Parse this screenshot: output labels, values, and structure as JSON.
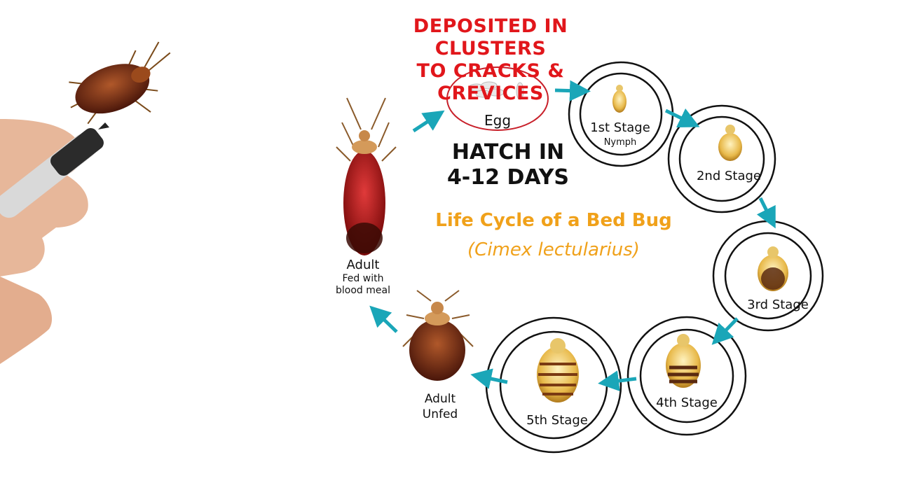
{
  "annotations": {
    "deposit_line1": "DEPOSITED IN CLUSTERS",
    "deposit_line2": "TO CRACKS & CREVICES",
    "hatch_line1": "HATCH IN",
    "hatch_line2": "4-12 DAYS"
  },
  "title": "Life Cycle of a Bed Bug",
  "subtitle": "(Cimex lectularius)",
  "stages": {
    "egg": {
      "label": "Egg"
    },
    "stage1": {
      "label": "1st Stage",
      "sublabel": "Nymph"
    },
    "stage2": {
      "label": "2nd Stage"
    },
    "stage3": {
      "label": "3rd Stage"
    },
    "stage4": {
      "label": "4th Stage"
    },
    "stage5": {
      "label": "5th Stage"
    },
    "adult_unfed": {
      "label": "Adult",
      "sublabel": "Unfed"
    },
    "adult_fed": {
      "label": "Adult",
      "sublabel1": "Fed with",
      "sublabel2": "blood meal"
    }
  },
  "colors": {
    "arrow": "#1aa6b8",
    "title": "#f0a11a",
    "note_red": "#e1161b",
    "egg_ring": "#c8202a"
  },
  "icons": [
    "bed-bug-icon",
    "hand-marker-icon",
    "egg-icon",
    "arrow-icon"
  ]
}
